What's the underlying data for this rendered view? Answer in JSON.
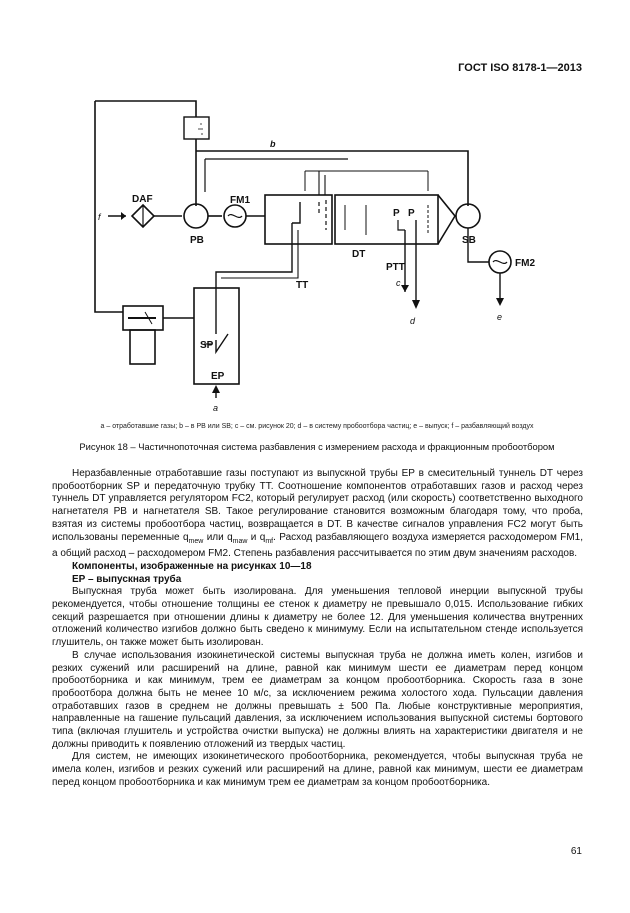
{
  "header": {
    "standard": "ГОСТ ISO 8178-1—2013"
  },
  "diagram": {
    "labels": {
      "f": "f",
      "daf": "DAF",
      "pb": "PB",
      "fm1": "FM1",
      "b": "b",
      "tt": "TT",
      "dt": "DT",
      "p1": "P",
      "p2": "P",
      "ptt": "PTT",
      "c": "c",
      "d": "d",
      "sb": "SB",
      "fm2": "FM2",
      "e": "e",
      "sp": "SP",
      "ep": "EP",
      "a": "a"
    }
  },
  "legend": "a – отработавшие газы; b – в PB или SB; c – см. рисунок 20; d – в систему пробоотбора частиц; e – выпуск; f – разбавляющий воздух",
  "caption": "Рисунок 18 – Частичнопоточная система разбавления с измерением расхода и фракционным пробоотбором",
  "body": {
    "p1_a": "Неразбавленные отработавшие газы поступают из выпускной трубы EP в смесительный туннель DT через пробоотборник SP и передаточную трубку TT. Соотношение компонентов отработавших газов и расход через туннель DT управляется регулятором FC2, который регулирует расход (или скорость) соответственно выходного нагнетателя PB и нагнетателя SB. Такое регулирование становится возможным благодаря тому, что проба, взятая из системы пробоотбора частиц, возвращается в DT. В качестве сигналов управления FC2 могут быть использованы переменные q",
    "q1_sub": "mew",
    "p1_b": " или q",
    "q2_sub": "maw",
    "p1_c": " и q",
    "q3_sub": "mf",
    "p1_d": ". Расход разбавляющего воздуха измеряется расходомером FM1, а общий расход – расходомером FM2. Степень разбавления рассчитывается по этим двум значениям расходов.",
    "h1": "Компоненты, изображенные на рисунках 10—18",
    "h2": "EP – выпускная труба",
    "p2": "Выпускная труба может быть изолирована. Для уменьшения тепловой инерции выпускной трубы рекомендуется, чтобы отношение толщины ее стенок к диаметру не превышало 0,015. Использование гибких секций разрешается при отношении длины к диаметру не более 12. Для уменьшения количества внутренних отложений количество изгибов должно быть сведено к минимуму. Если на испытательном стенде используется глушитель, он также может быть изолирован.",
    "p3": "В случае использования изокинетической системы выпускная труба не должна иметь колен, изгибов и резких сужений или расширений на длине, равной как минимум шести ее диаметрам перед концом пробоотборника и как минимум, трем ее диаметрам за концом пробоотборника. Скорость газа в зоне пробоотбора должна быть не менее 10 м/с, за исключением режима холостого хода. Пульсации давления отработавших газов в среднем не должны превышать ± 500 Па. Любые конструктивные мероприятия, направленные на гашение пульсаций давления, за исключением использования выпускной системы бортового типа (включая глушитель и устройства очистки выпуска) не должны влиять на характеристики двигателя и не должны приводить к появлению отложений из твердых частиц.",
    "p4": "Для систем, не имеющих изокинетического пробоотборника, рекомендуется, чтобы выпускная труба не имела колен, изгибов и резких сужений или расширений на длине, равной как минимум, шести ее диаметрам перед концом пробоотборника и как минимум трем ее диаметрам за концом пробоотборника."
  },
  "page_number": "61"
}
